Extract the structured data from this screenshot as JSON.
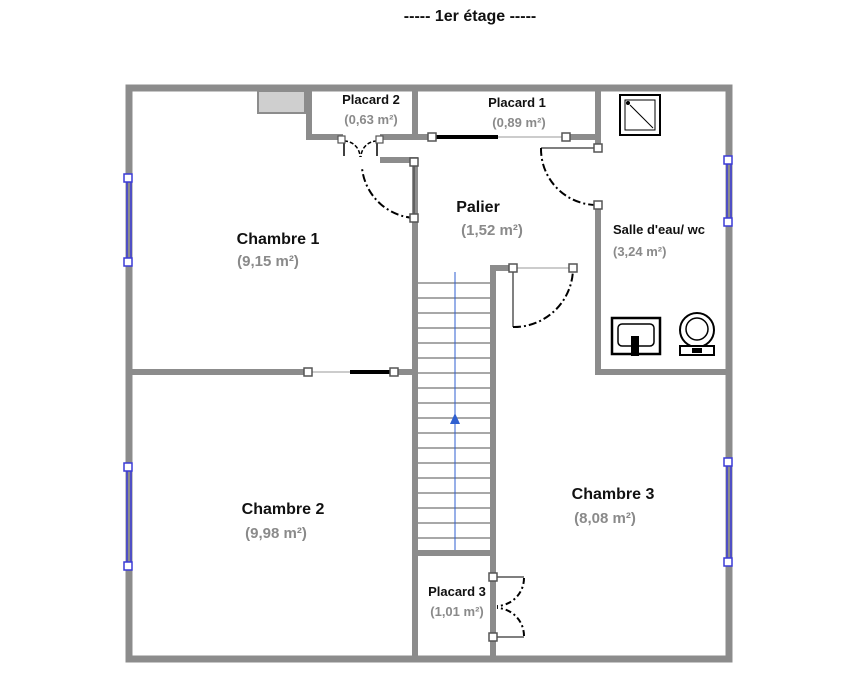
{
  "title": "-----  1er étage  -----",
  "rooms": {
    "chambre1": {
      "name": "Chambre 1",
      "area": "(9,15 m²)"
    },
    "chambre2": {
      "name": "Chambre 2",
      "area": "(9,98 m²)"
    },
    "chambre3": {
      "name": "Chambre 3",
      "area": "(8,08 m²)"
    },
    "palier": {
      "name": "Palier",
      "area": "(1,52 m²)"
    },
    "placard1": {
      "name": "Placard 1",
      "area": "(0,89 m²)"
    },
    "placard2": {
      "name": "Placard 2",
      "area": "(0,63 m²)"
    },
    "placard3": {
      "name": "Placard 3",
      "area": "(1,01 m²)"
    },
    "salle_eau": {
      "name": "Salle d'eau/ wc",
      "area": "(3,24 m²)"
    }
  },
  "colors": {
    "wall": "#8c8c8c",
    "window": "#3b3bd6",
    "stair_arrow": "#2f5fd0",
    "area_text": "#8a8a8a"
  },
  "icons": [
    "shower-icon",
    "sink-icon",
    "toilet-icon",
    "stair-arrow-icon"
  ]
}
